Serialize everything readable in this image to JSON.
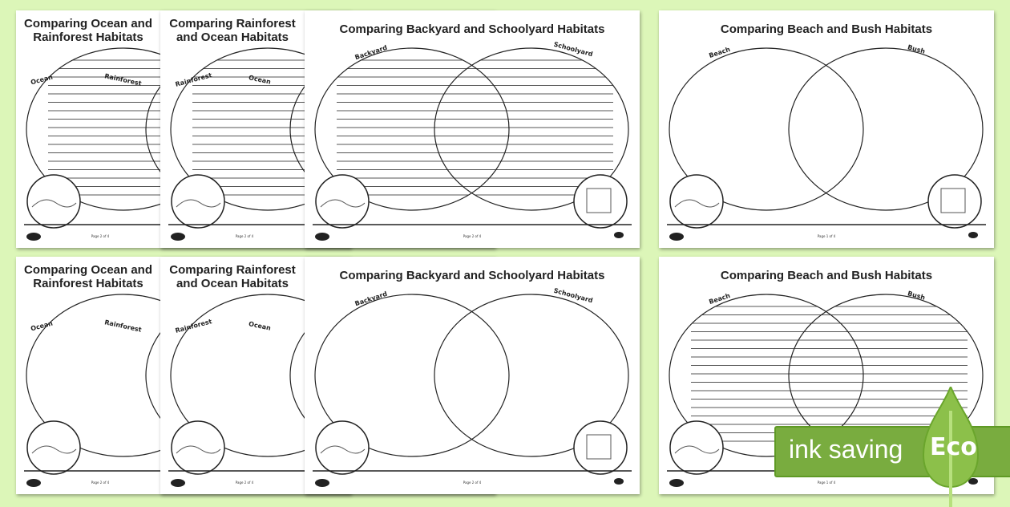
{
  "pages": [
    {
      "title": "Comparing Ocean and Rainforest Habitats",
      "left_label": "Ocean",
      "right_label": "Rainforest",
      "footer": "Page 2 of 4",
      "lined": true
    },
    {
      "title": "Comparing Rainforest and Ocean Habitats",
      "left_label": "Rainforest",
      "right_label": "Ocean",
      "footer": "Page 2 of 4",
      "lined": true
    },
    {
      "title": "Comparing Backyard and Schoolyard Habitats",
      "left_label": "Backyard",
      "right_label": "Schoolyard",
      "footer": "Page 2 of 4",
      "lined": true
    },
    {
      "title": "Comparing Beach and Bush Habitats",
      "left_label": "Beach",
      "right_label": "Bush",
      "footer": "Page 1 of 4",
      "lined": false
    },
    {
      "title": "Comparing Ocean and Rainforest Habitats",
      "left_label": "Ocean",
      "right_label": "Rainforest",
      "footer": "Page 2 of 4",
      "lined": false
    },
    {
      "title": "Comparing Rainforest and Ocean Habitats",
      "left_label": "Rainforest",
      "right_label": "Ocean",
      "footer": "Page 2 of 4",
      "lined": false
    },
    {
      "title": "Comparing Backyard and Schoolyard Habitats",
      "left_label": "Backyard",
      "right_label": "Schoolyard",
      "footer": "Page 2 of 4",
      "lined": false
    },
    {
      "title": "Comparing Beach and Bush Habitats",
      "left_label": "Beach",
      "right_label": "Bush",
      "footer": "Page 1 of 4",
      "lined": true
    }
  ],
  "badge": {
    "text": "ink saving",
    "eco": "Eco",
    "color": "#79ac3f"
  }
}
